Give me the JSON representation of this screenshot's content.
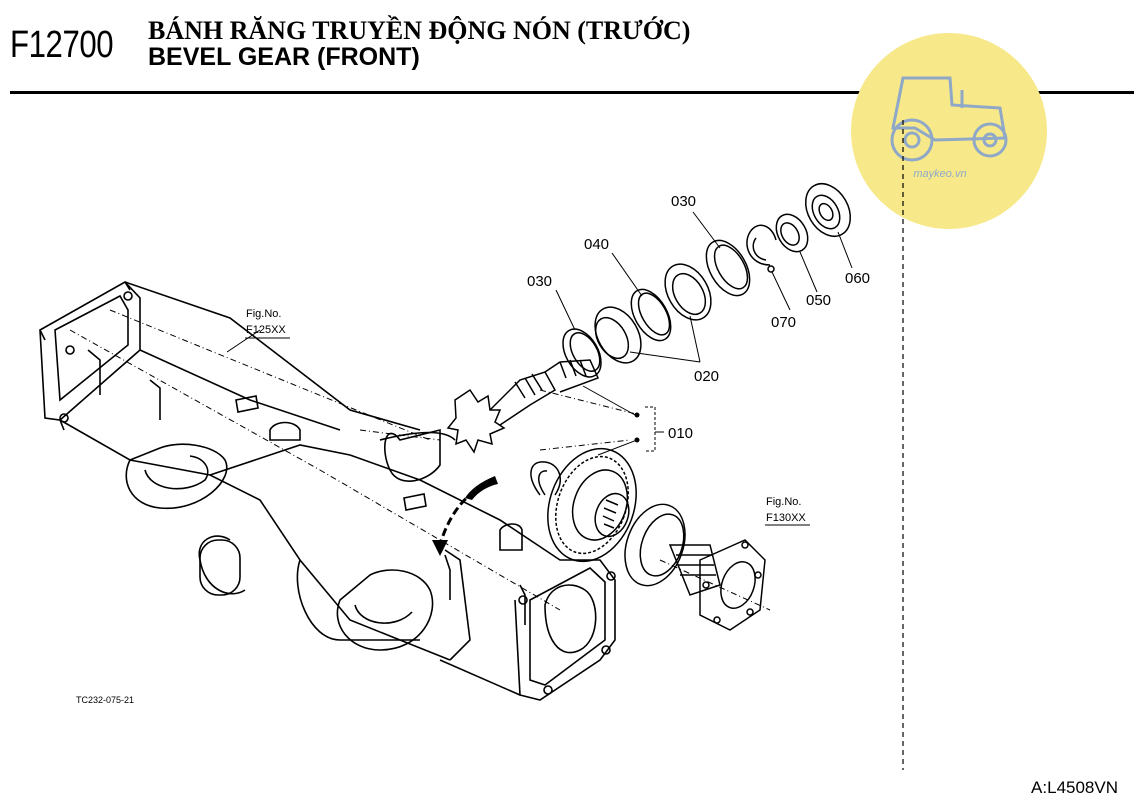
{
  "header": {
    "figure_code": "F12700",
    "title_vi": "BÁNH RĂNG TRUYỀN ĐỘNG NÓN (TRƯỚC)",
    "title_en": "BEVEL GEAR (FRONT)"
  },
  "watermark": {
    "text": "maykeo.vn",
    "color": "#f7e98a",
    "icon": "tractor-icon"
  },
  "callouts": {
    "c010": "010",
    "c020": "020",
    "c030_left": "030",
    "c030_right": "030",
    "c040": "040",
    "c050": "050",
    "c060": "060",
    "c070": "070"
  },
  "fig_refs": {
    "left_label": "Fig.No.",
    "left_code": "F125XX",
    "right_label": "Fig.No.",
    "right_code": "F130XX"
  },
  "drawing_code": "TC232-075-21",
  "reference_code": "A:L4508VN"
}
